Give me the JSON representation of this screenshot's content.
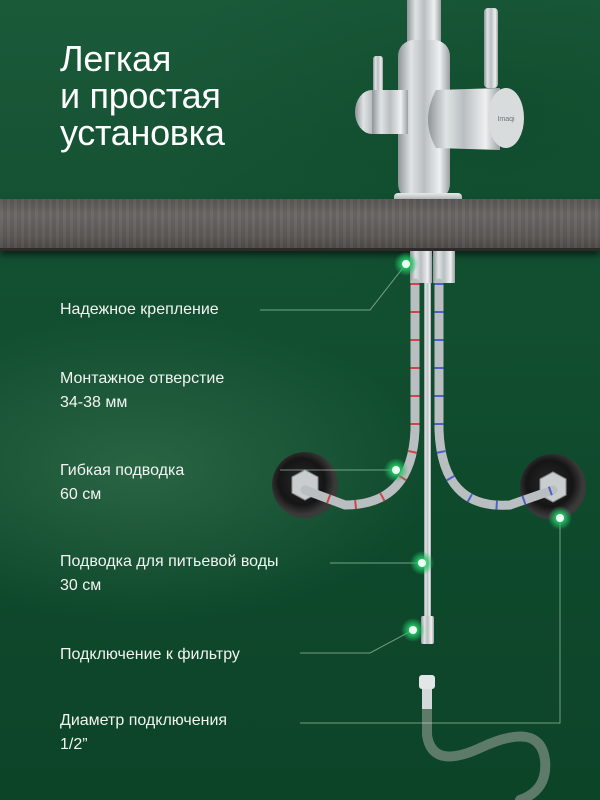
{
  "title": {
    "lines": [
      "Легкая",
      "и простая",
      "установка"
    ]
  },
  "product": {
    "brand_mark": "Imaqi"
  },
  "features": [
    {
      "lines": [
        "Надежное крепление"
      ]
    },
    {
      "lines": [
        "Монтажное отверстие",
        "34-38 мм"
      ]
    },
    {
      "lines": [
        "Гибкая подводка",
        "60 см"
      ]
    },
    {
      "lines": [
        "Подводка для питьевой воды",
        "30 см"
      ]
    },
    {
      "lines": [
        "Подключение к фильтру"
      ]
    },
    {
      "lines": [
        "Диаметр подключения",
        "1/2”"
      ]
    }
  ],
  "colors": {
    "background": "#145032",
    "marker_green": "#22c466",
    "text": "#ffffff",
    "countertop": "#625e5c",
    "hot_stripe": "#d0454a",
    "cold_stripe": "#4a62c9"
  }
}
